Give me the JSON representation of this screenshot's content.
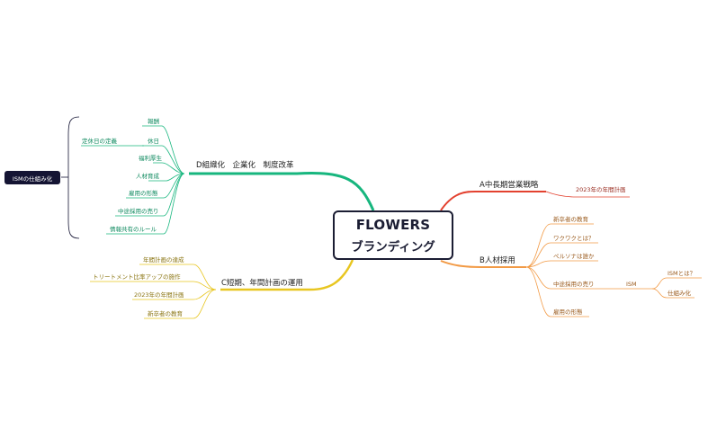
{
  "central": {
    "line1": "FLOWERS",
    "line2": "ブランディング"
  },
  "colors": {
    "green": "#17b67e",
    "orange": "#f29a45",
    "red": "#e3412f",
    "yellow": "#e8c620",
    "navy": "#141433"
  },
  "branches": {
    "a": {
      "title": "A中長期営業戦略",
      "children": [
        "2023年の年間計画"
      ]
    },
    "b": {
      "title": "B人材採用",
      "children": [
        "新卒者の教育",
        "ワクワクとは？",
        "ペルソナは誰か",
        "中途採用の売り",
        "雇用の形態"
      ],
      "ism": {
        "label": "ISM",
        "children": [
          "ISMとは？",
          "仕組み化"
        ]
      }
    },
    "c": {
      "title": "C短期、年間計画の運用",
      "children": [
        "年間計画の達成",
        "トリートメント比率アップの施作",
        "2023年の年間計画",
        "新卒者の教育"
      ]
    },
    "d": {
      "title": "D組織化　企業化　制度改革",
      "children": [
        "報酬",
        "休日",
        "福利厚生",
        "人材育成",
        "雇用の形態",
        "中途採用の売り",
        "情報共有のルール"
      ],
      "holiday_child": "定休日の定義"
    }
  },
  "floating": {
    "ism_label": "ISMの仕組み化"
  }
}
